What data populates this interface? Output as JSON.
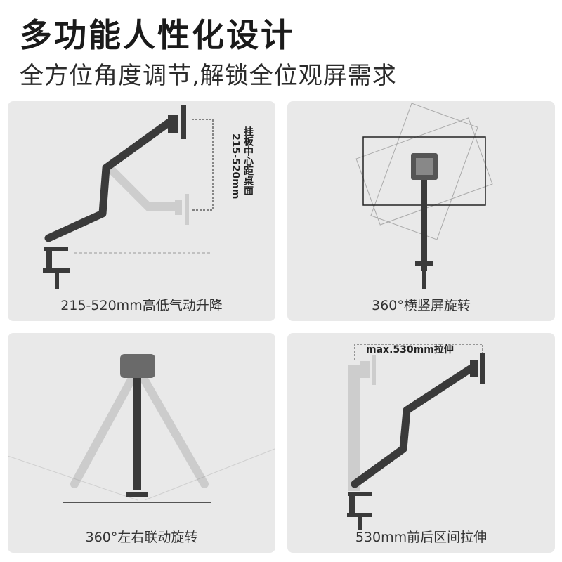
{
  "header": {
    "title": "多功能人性化设计",
    "subtitle": "全方位角度调节,解锁全位观屏需求"
  },
  "panels": [
    {
      "caption": "215-520mm高低气动升降",
      "label_line1": "挂板中心距桌面",
      "label_line2": "215-520mm"
    },
    {
      "caption": "360°横竖屏旋转"
    },
    {
      "caption": "360°左右联动旋转"
    },
    {
      "caption": "530mm前后区间拉伸",
      "label": "max.530mm拉伸"
    }
  ],
  "colors": {
    "panel_bg": "#e9e9e9",
    "arm_dark": "#3a3a3a",
    "arm_ghost": "#c9c9c9"
  }
}
